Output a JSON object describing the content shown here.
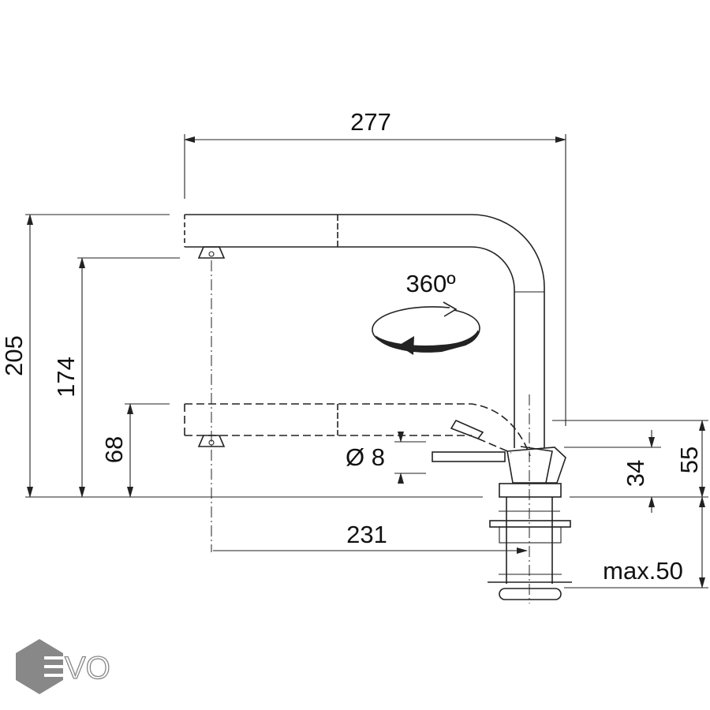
{
  "dimensions": {
    "total_reach": "277",
    "total_height": "205",
    "spout_height": "174",
    "lowered_height": "68",
    "rotation": "360º",
    "hose_diameter": "Ø 8",
    "handle_height": "34",
    "body_height": "55",
    "spout_reach": "231",
    "max_thickness": "max.50"
  },
  "logo": {
    "text": "EVO"
  },
  "colors": {
    "line": "#222222",
    "logo": "#888888"
  }
}
